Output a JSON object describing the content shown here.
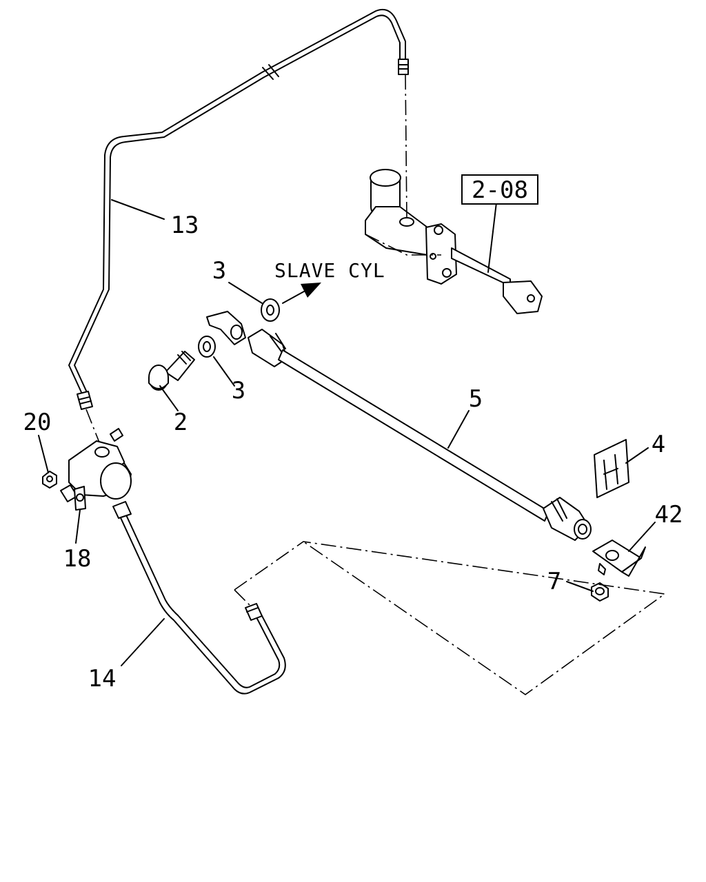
{
  "diagram": {
    "reference_box": "2-08",
    "note": "SLAVE CYL",
    "callouts": [
      {
        "id": "c13",
        "text": "13"
      },
      {
        "id": "c3a",
        "text": "3"
      },
      {
        "id": "c3b",
        "text": "3"
      },
      {
        "id": "c2",
        "text": "2"
      },
      {
        "id": "c5",
        "text": "5"
      },
      {
        "id": "c4",
        "text": "4"
      },
      {
        "id": "c42",
        "text": "42"
      },
      {
        "id": "c7",
        "text": "7"
      },
      {
        "id": "c20",
        "text": "20"
      },
      {
        "id": "c18",
        "text": "18"
      },
      {
        "id": "c14",
        "text": "14"
      }
    ]
  }
}
